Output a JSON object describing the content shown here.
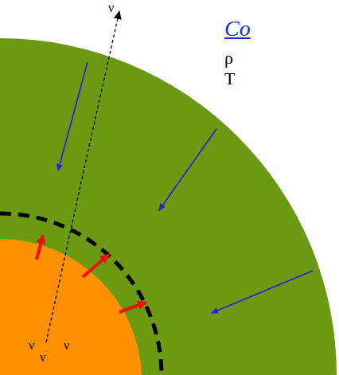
{
  "diagram": {
    "title": "Co",
    "labels": [
      "ρ",
      "T",
      "ν",
      "ν",
      "ν",
      "ν"
    ]
  }
}
